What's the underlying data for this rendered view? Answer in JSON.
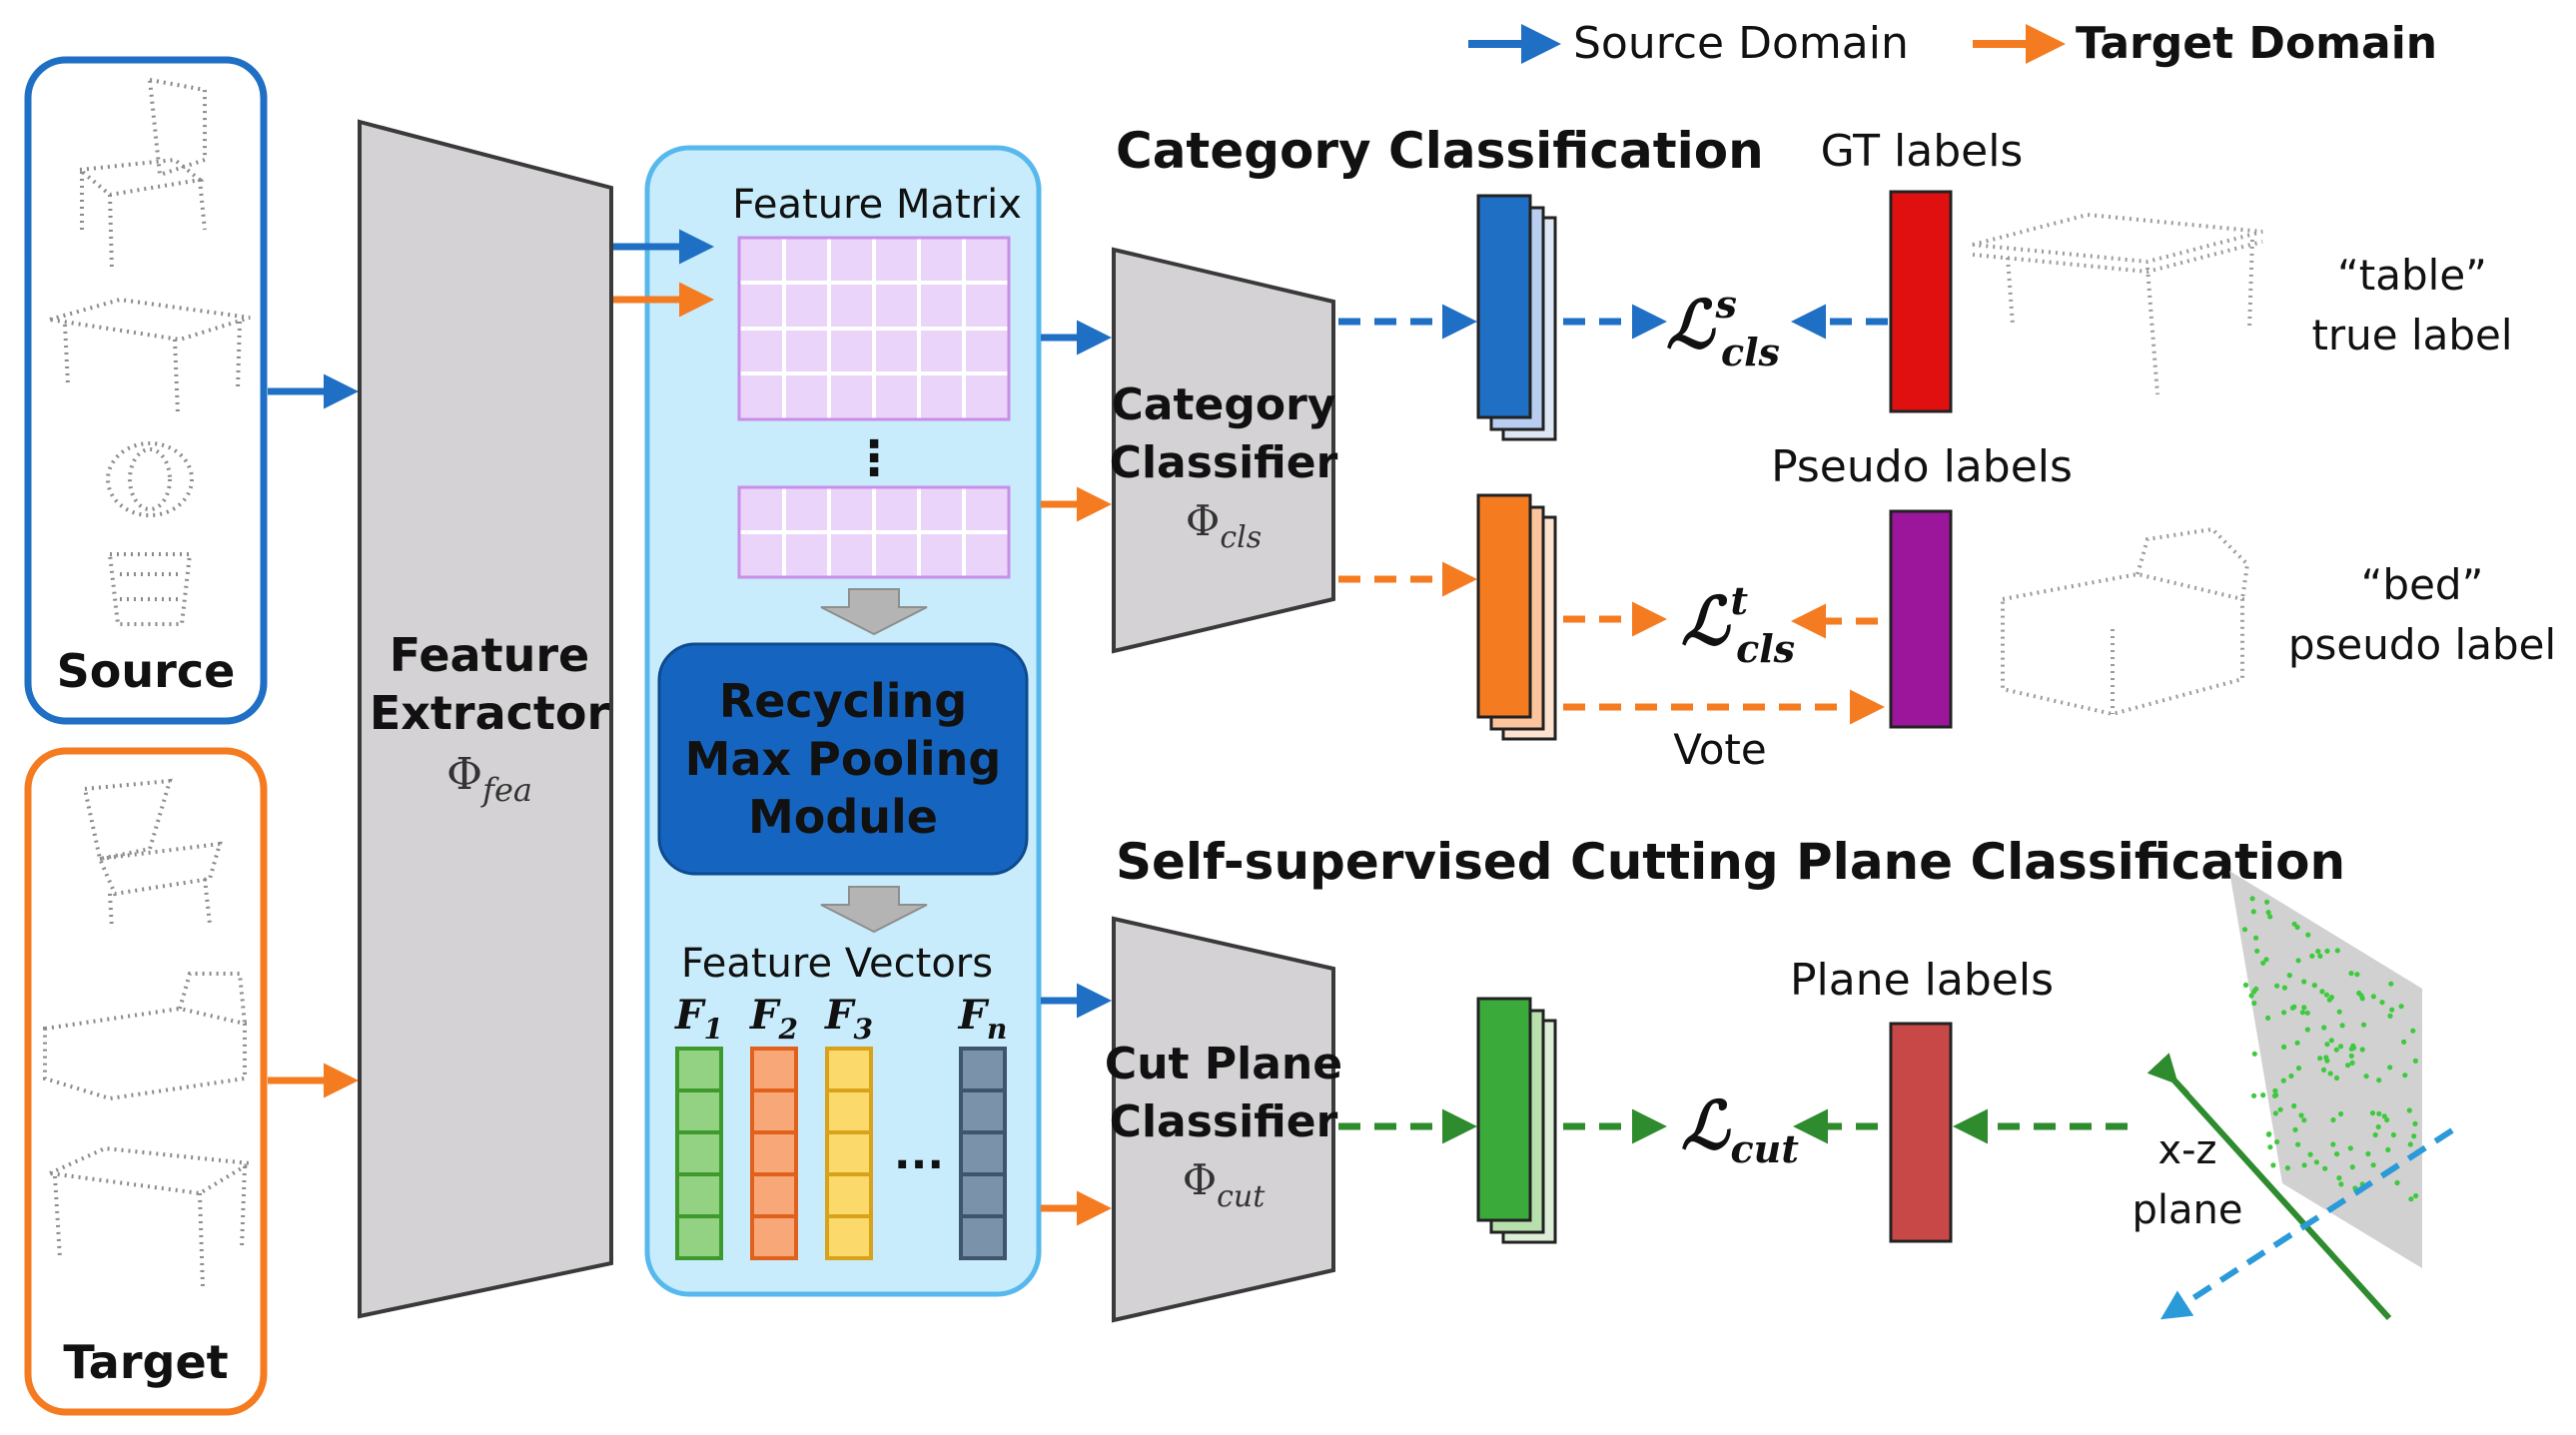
{
  "legend": {
    "source": "Source Domain",
    "target": "Target Domain"
  },
  "inputs": {
    "source_label": "Source",
    "target_label": "Target"
  },
  "extractor": {
    "line1": "Feature",
    "line2": "Extractor",
    "symbol": "Φ",
    "subscript": "fea"
  },
  "feature_matrix": {
    "label": "Feature Matrix",
    "dots": "⋮"
  },
  "rmp": {
    "line1": "Recycling",
    "line2": "Max Pooling",
    "line3": "Module"
  },
  "feature_vectors": {
    "label": "Feature Vectors",
    "ellipsis": "...",
    "items": [
      {
        "name": "F",
        "sub": "1",
        "fill": "#93d183",
        "stroke": "#3f9a2e"
      },
      {
        "name": "F",
        "sub": "2",
        "fill": "#f8a878",
        "stroke": "#e0601c"
      },
      {
        "name": "F",
        "sub": "3",
        "fill": "#fbd96a",
        "stroke": "#d8a21a"
      },
      {
        "name": "F",
        "sub": "n",
        "fill": "#7a92aa",
        "stroke": "#3f556e"
      }
    ]
  },
  "category_classifier": {
    "line1": "Category",
    "line2": "Classifier",
    "symbol": "Φ",
    "subscript": "cls"
  },
  "cut_classifier": {
    "line1": "Cut Plane",
    "line2": "Classifier",
    "symbol": "Φ",
    "subscript": "cut"
  },
  "sections": {
    "category": "Category Classification",
    "cutting": "Self-supervised Cutting Plane Classification"
  },
  "labels": {
    "gt": "GT labels",
    "pseudo": "Pseudo labels",
    "plane": "Plane labels",
    "vote": "Vote"
  },
  "losses": {
    "cls_source": {
      "base": "ℒ",
      "sup": "s",
      "sub": "cls"
    },
    "cls_target": {
      "base": "ℒ",
      "sup": "t",
      "sub": "cls"
    },
    "cut": {
      "base": "ℒ",
      "sub": "cut"
    }
  },
  "examples": {
    "table_line1": "“table”",
    "table_line2": "true label",
    "bed_line1": "“bed”",
    "bed_line2": "pseudo label",
    "plane_line1": "x-z",
    "plane_line2": "plane"
  },
  "colors": {
    "source": "#1f6fc4",
    "target": "#f47b20",
    "cut": "#2e8b2e",
    "gt_label": "#e01010",
    "pseudo_label": "#9b169b",
    "plane_label": "#c84848",
    "rmp_module": "#1565c0",
    "panel_fill": "#c8ecfb",
    "matrix_cell": "#ead4fa",
    "matrix_line": "#c88ee8",
    "trapezoid": "#d4d2d4"
  }
}
